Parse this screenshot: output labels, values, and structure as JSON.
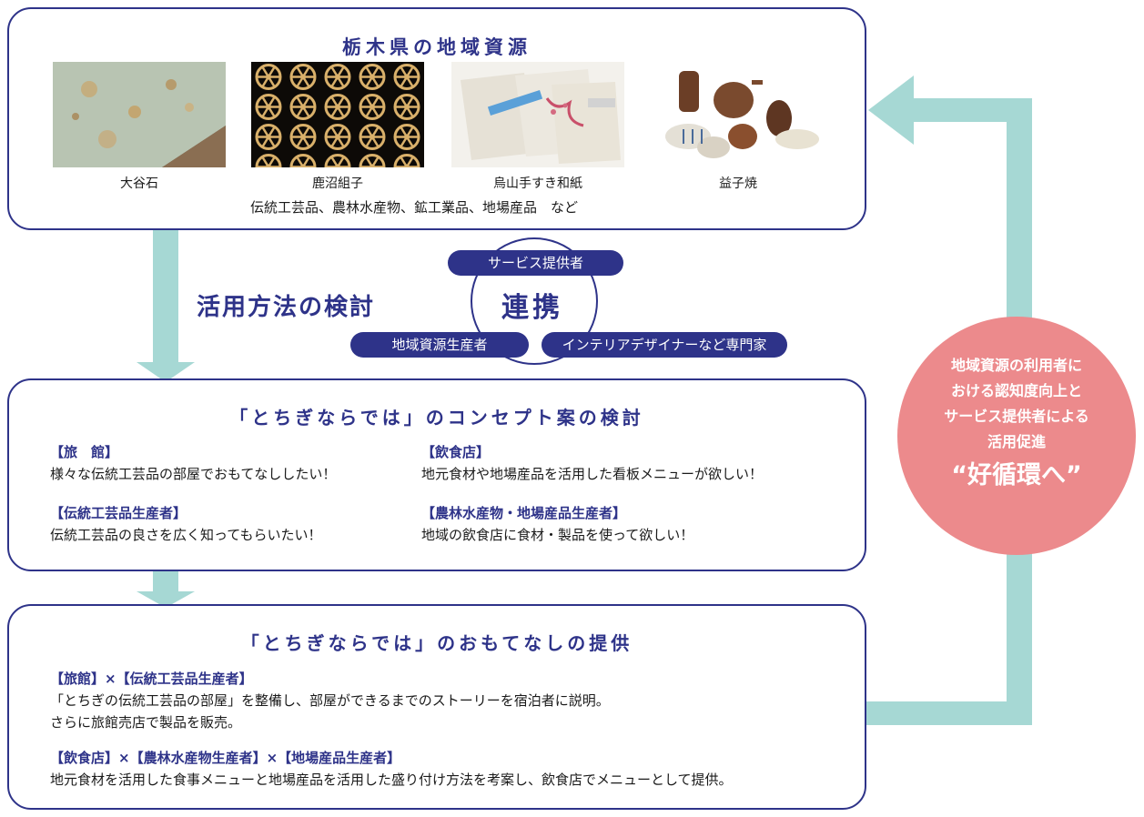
{
  "resources": {
    "title": "栃木県の地域資源",
    "items": [
      {
        "label": "大谷石",
        "icon": "oya-stone-photo"
      },
      {
        "label": "鹿沼組子",
        "icon": "kanuma-kumiko-photo"
      },
      {
        "label": "烏山手すき和紙",
        "icon": "karasuyama-washi-photo"
      },
      {
        "label": "益子焼",
        "icon": "mashiko-pottery-photo"
      }
    ],
    "subtitle": "伝統工芸品、農林水産物、鉱工業品、地場産品　など"
  },
  "collab": {
    "method_label": "活用方法の検討",
    "center_label": "連携",
    "service_provider": "サービス提供者",
    "producer": "地域資源生産者",
    "designer": "インテリアデザイナーなど専門家"
  },
  "concept": {
    "title": "「とちぎならでは」のコンセプト案の検討",
    "items": [
      {
        "head": "【旅　館】",
        "text": "様々な伝統工芸品の部屋でおもてなししたい！"
      },
      {
        "head": "【飲食店】",
        "text": "地元食材や地場産品を活用した看板メニューが欲しい！"
      },
      {
        "head": "【伝統工芸品生産者】",
        "text": "伝統工芸品の良さを広く知ってもらいたい！"
      },
      {
        "head": "【農林水産物・地場産品生産者】",
        "text": "地域の飲食店に食材・製品を使って欲しい！"
      }
    ]
  },
  "provision": {
    "title": "「とちぎならでは」のおもてなしの提供",
    "items": [
      {
        "head": "【旅館】×【伝統工芸品生産者】",
        "line1": "「とちぎの伝統工芸品の部屋」を整備し、部屋ができるまでのストーリーを宿泊者に説明。",
        "line2": "さらに旅館売店で製品を販売。"
      },
      {
        "head": "【飲食店】×【農林水産物生産者】×【地場産品生産者】",
        "line1": "地元食材を活用した食事メニューと地場産品を活用した盛り付け方法を考案し、飲食店でメニューとして提供。",
        "line2": ""
      }
    ]
  },
  "cycle": {
    "lines": [
      "地域資源の利用者に",
      "おける認知度向上と",
      "サービス提供者による",
      "活用促進"
    ],
    "emphasis": "“好循環へ”"
  },
  "colors": {
    "navy": "#2e3389",
    "arrow": "#a6d8d4",
    "pink": "#ec8a8c"
  }
}
